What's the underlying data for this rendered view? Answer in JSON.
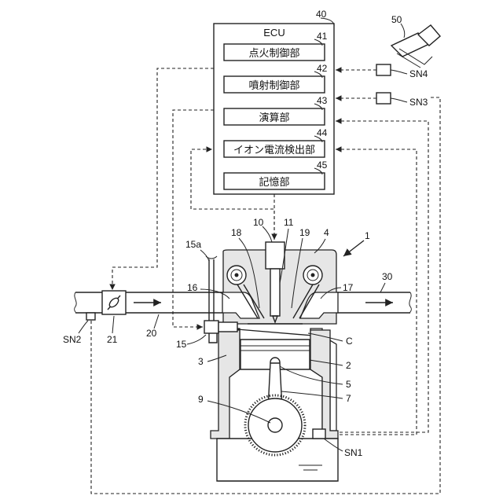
{
  "ecu": {
    "number": "40",
    "title": "ECU",
    "units": [
      {
        "number": "41",
        "label": "点火制御部"
      },
      {
        "number": "42",
        "label": "噴射制御部"
      },
      {
        "number": "43",
        "label": "演算部"
      },
      {
        "number": "44",
        "label": "イオン電流検出部"
      },
      {
        "number": "45",
        "label": "記憶部"
      }
    ]
  },
  "labels": {
    "accelerator": "50",
    "sensor4": "SN4",
    "sensor3": "SN3",
    "sensor2": "SN2",
    "sensor1": "SN1",
    "engine": "1",
    "spark_plug": "10",
    "ignition": "11",
    "cam_in": "18",
    "cam_ex": "19",
    "head": "4",
    "fuel_rail": "15a",
    "intake_valve": "16",
    "exhaust_valve": "17",
    "exhaust_pipe": "30",
    "throttle": "21",
    "intake_pipe": "20",
    "injector": "15",
    "chamber": "C",
    "block": "3",
    "piston": "2",
    "pin": "5",
    "rod": "7",
    "crank": "9"
  }
}
